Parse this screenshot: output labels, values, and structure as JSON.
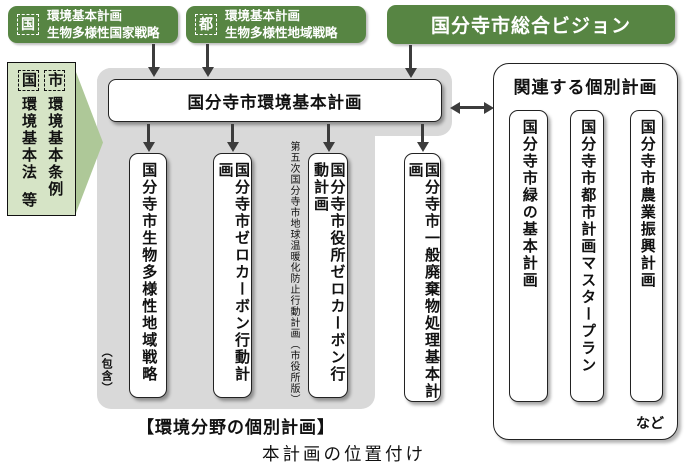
{
  "top": {
    "national": {
      "tag": "国",
      "line1": "環境基本計画",
      "line2": "生物多様性国家戦略"
    },
    "metro": {
      "tag": "都",
      "line1": "環境基本計画",
      "line2": "生物多様性地域戦略"
    },
    "vision": "国分寺市総合ビジョン"
  },
  "law": {
    "national": {
      "tag": "国",
      "text": "環境基本法",
      "suffix": "等"
    },
    "city": {
      "tag": "市",
      "text": "環境基本条例"
    }
  },
  "main": {
    "header": "国分寺市環境基本計画",
    "plans": [
      "国分寺市生物多様性地域戦略",
      "国分寺市ゼロカーボン行動計画",
      "国分寺市役所ゼロカーボン行動計画",
      "国分寺市一般廃棄物処理基本計画"
    ],
    "inclusion_note": "（包含）",
    "fifth_plan_note": "第五次国分寺市地球温暖化防止行動計画（市役所版）",
    "field_caption": "【環境分野の個別計画】"
  },
  "related": {
    "heading": "関連する個別計画",
    "plans": [
      "国分寺市緑の基本計画",
      "国分寺市都市計画マスタープラン",
      "国分寺市農業振興計画"
    ],
    "etc": "など"
  },
  "caption": "本計画の位置付け",
  "colors": {
    "green": "#578543",
    "light_green": "#d6e4c6",
    "arrow_green": "#aec898",
    "gray_backdrop": "#d9d9d9",
    "arrow": "#3c3c3c"
  }
}
